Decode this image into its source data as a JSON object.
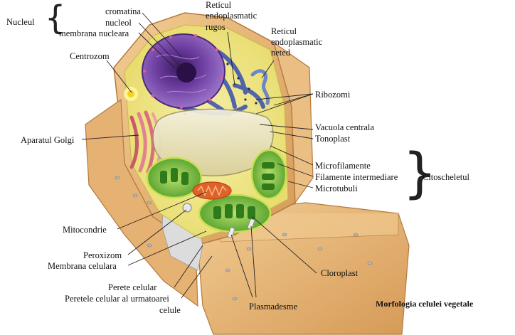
{
  "labels": {
    "nucleul": "Nucleul",
    "cromatina": "cromatina",
    "nucleol": "nucleol",
    "membrana_nucleara": "membrana nucleara",
    "centrozom": "Centrozom",
    "reticul_rugos_1": "Reticul",
    "reticul_rugos_2": "endoplasmatic",
    "reticul_rugos_3": "rugos",
    "reticul_neted_1": "Reticul",
    "reticul_neted_2": "endoplasmatic",
    "reticul_neted_3": "neted",
    "ribozomi": "Ribozomi",
    "aparatul_golgi": "Aparatul Golgi",
    "vacuola_centrala": "Vacuola centrala",
    "tonoplast": "Tonoplast",
    "microfilamente": "Microfilamente",
    "filamente_intermediare": "Filamente intermediare",
    "microtubuli": "Microtubuli",
    "citoscheletul": "Citoscheletul",
    "mitocondrie": "Mitocondrie",
    "peroxizom": "Peroxizom",
    "membrana_celulara": "Membrana celulara",
    "cloroplast": "Cloroplast",
    "perete_celular": "Perete celular",
    "peretele_urmatoarei_1": "Peretele celular al urmatoarei",
    "peretele_urmatoarei_2": "celule",
    "plasmadesme": "Plasmadesme",
    "title": "Morfologia celulei vegetale"
  },
  "colors": {
    "wall": "#e9b97c",
    "wall_dark": "#c98a48",
    "cytoplasm": "#f3ea8a",
    "nucleus": "#6b3c9e",
    "er_rough": "#4a62b8",
    "golgi": "#d9707a",
    "vacuole": "#e9e4c8",
    "chloroplast": "#58a832",
    "mitochondrion": "#e0612a",
    "membrane_grey": "#d9d9d9"
  }
}
